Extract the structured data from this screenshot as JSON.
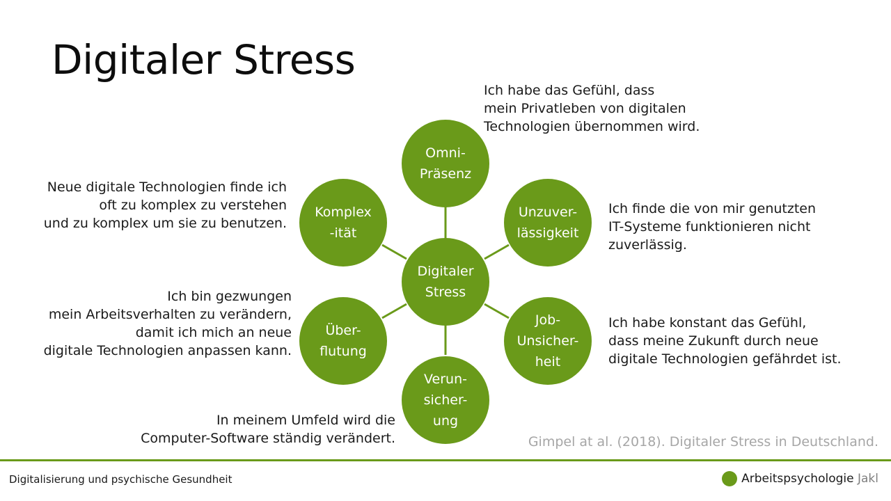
{
  "title": "Digitaler Stress",
  "diagram": {
    "center": "Digitaler\nStress",
    "nodes": {
      "omni": "Omni-\nPräsenz",
      "unzuverlaessigkeit": "Unzuver-\nlässigkeit",
      "jobunsicherheit": "Job-\nUnsicher-\nheit",
      "verunsicherung": "Verun-\nsicher-\nung",
      "ueberflutung": "Über-\nflutung",
      "komplexitaet": "Komplex\n-ität"
    },
    "descriptions": {
      "omni": "Ich habe das Gefühl, dass\nmein Privatleben von digitalen\nTechnologien übernommen wird.",
      "unzuverlaessigkeit": "Ich finde die von mir genutzten\nIT-Systeme funktionieren nicht\nzuverlässig.",
      "jobunsicherheit": "Ich habe konstant das Gefühl,\ndass meine Zukunft durch neue\ndigitale Technologien gefährdet ist.",
      "verunsicherung": "In meinem Umfeld wird die\nComputer-Software ständig verändert.",
      "ueberflutung": "Ich bin gezwungen\nmein Arbeitsverhalten zu verändern,\ndamit ich mich an neue\ndigitale Technologien anpassen kann.",
      "komplexitaet": "Neue digitale Technologien finde ich\noft zu komplex zu verstehen\nund zu komplex um sie zu benutzen."
    },
    "colors": {
      "node": "#6a9a1a",
      "connector": "#6a9a1a"
    }
  },
  "citation": "Gimpel at al. (2018). Digitaler Stress in Deutschland.",
  "footer": {
    "left": "Digitalisierung und psychische Gesundheit",
    "brand": "Arbeitspsychologie",
    "brand_suffix": "Jakl"
  }
}
